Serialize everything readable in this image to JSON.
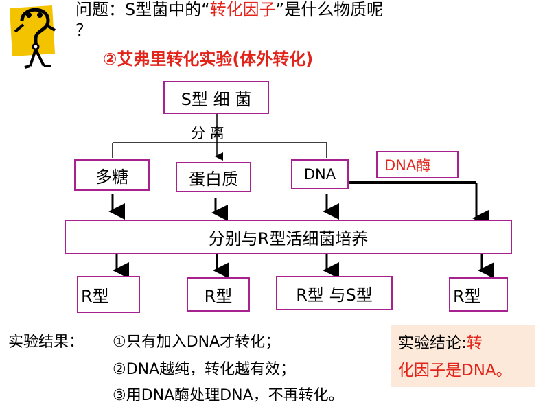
{
  "header": {
    "question_prefix": "问题：S型菌中的“",
    "question_highlight": "转化因子",
    "question_suffix": "”是什么物质呢",
    "question_mark": "？",
    "subtitle": "②艾弗里转化实验(体外转化)"
  },
  "diagram": {
    "top_box": "S型 细 菌",
    "separate_label": "分  离",
    "components": [
      "多糖",
      "蛋白质",
      "DNA"
    ],
    "enzyme_box": "DNA酶",
    "culture_box": "分别与R型活细菌培养",
    "outcomes": [
      "R型",
      "R型",
      "R型 与S型",
      "R型"
    ]
  },
  "results": {
    "label": "实验结果：",
    "items": [
      "①只有加入DNA才转化；",
      "②DNA越纯，转化越有效；",
      "③用DNA酶处理DNA，不再转化。"
    ]
  },
  "conclusion": {
    "label": "实验结论:",
    "text_line1_suffix": "转",
    "text_line2": "化因子是DNA。"
  },
  "colors": {
    "box_border": "#a8228f",
    "highlight_red": "#e2241a",
    "conclusion_bg": "#fce9d9",
    "logo_yellow": "#f3c300"
  },
  "icons": [
    "question-mark-figure-icon"
  ]
}
